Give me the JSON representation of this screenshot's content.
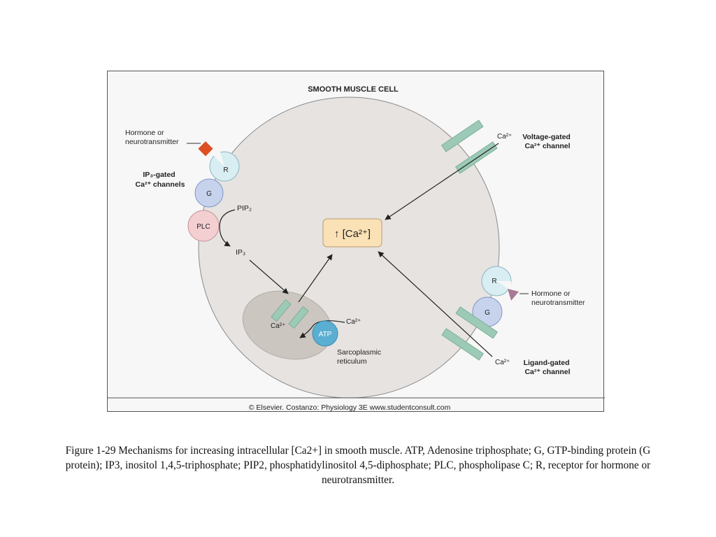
{
  "figure": {
    "title": "SMOOTH MUSCLE CELL",
    "center_label": "↑ [Ca²⁺]",
    "top_left": {
      "hormone": [
        "Hormone or",
        "neurotransmitter"
      ],
      "channel": [
        "IP₃-gated",
        "Ca²⁺ channels"
      ],
      "receptor": "R",
      "g_protein": "G",
      "plc": "PLC",
      "pip2": "PIP₂",
      "ip3": "IP₃"
    },
    "voltage_gated": {
      "ion": "Ca²⁺",
      "label": [
        "Voltage-gated",
        "Ca²⁺ channel"
      ]
    },
    "ligand_gated": {
      "receptor": "R",
      "g_protein": "G",
      "hormone": [
        "Hormone or",
        "neurotransmitter"
      ],
      "ion": "Ca²⁺",
      "label": [
        "Ligand-gated",
        "Ca²⁺ channel"
      ]
    },
    "sr": {
      "ion_release": "Ca²⁺",
      "ion_uptake": "Ca²⁺",
      "pump": "ATP",
      "label": [
        "Sarcoplasmic",
        "reticulum"
      ]
    },
    "credit": "© Elsevier. Costanzo: Physiology 3E www.studentconsult.com",
    "colors": {
      "cell": "#e6e3e1",
      "sr": "#ccc6c1",
      "receptor": "#d8eef2",
      "g_protein": "#c7d3ec",
      "plc": "#f3cfd2",
      "atp": "#5aaed2",
      "channel": "#9ccab6",
      "center_box": "#fbe1b6",
      "hormone_square": "#dd4f24",
      "hormone_triangle": "#a87a95"
    }
  },
  "caption": "Figure 1-29 Mechanisms for increasing intracellular [Ca2+] in smooth muscle. ATP, Adenosine triphosphate; G, GTP-binding protein (G protein); IP3, inositol 1,4,5-triphosphate; PIP2, phosphatidylinositol 4,5-diphosphate; PLC, phospholipase C; R, receptor for hormone or neurotransmitter."
}
